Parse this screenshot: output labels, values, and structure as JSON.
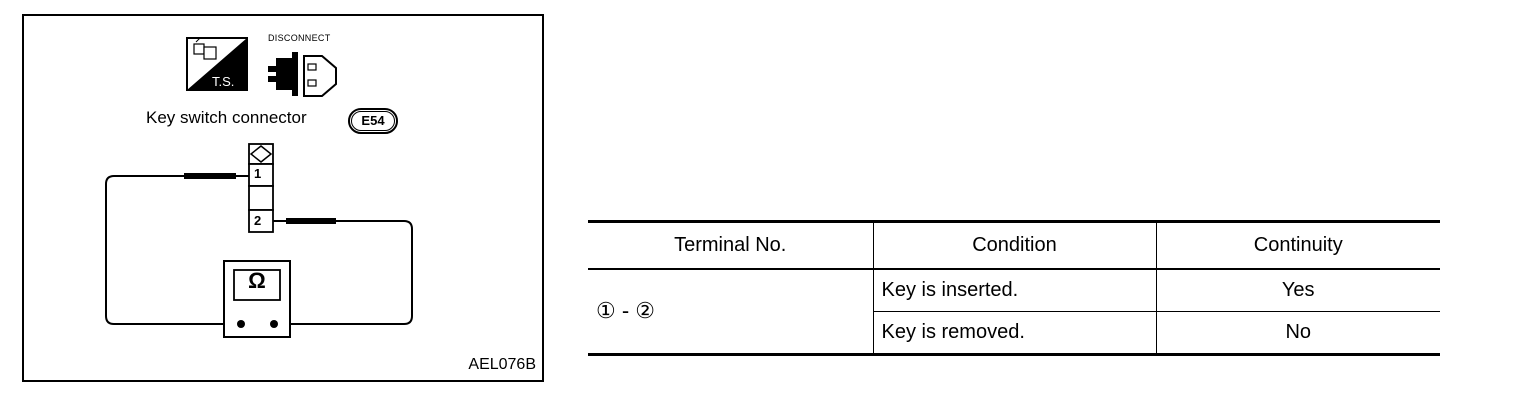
{
  "diagram": {
    "disconnect_label": "DISCONNECT",
    "ts_label": "T.S.",
    "connector_caption": "Key switch connector",
    "connector_badge": "E54",
    "pins": [
      "1",
      "2"
    ],
    "meter_symbol": "Ω",
    "figure_id": "AEL076B"
  },
  "table": {
    "headers": [
      "Terminal No.",
      "Condition",
      "Continuity"
    ],
    "terminal": "① - ②",
    "rows": [
      {
        "condition": "Key is inserted.",
        "continuity": "Yes"
      },
      {
        "condition": "Key is removed.",
        "continuity": "No"
      }
    ]
  }
}
